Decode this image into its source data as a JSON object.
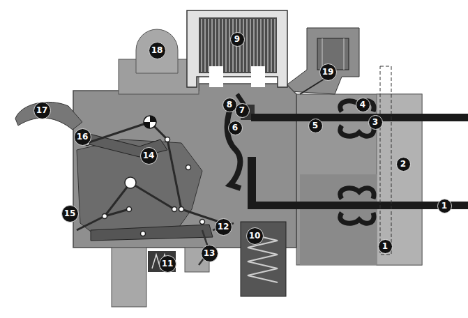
{
  "diagram": {
    "labels": [
      "18",
      "9",
      "19",
      "8",
      "7",
      "4",
      "3",
      "6",
      "5",
      "17",
      "16",
      "14",
      "2",
      "1",
      "15",
      "12",
      "10",
      "1",
      "11",
      "13"
    ]
  }
}
